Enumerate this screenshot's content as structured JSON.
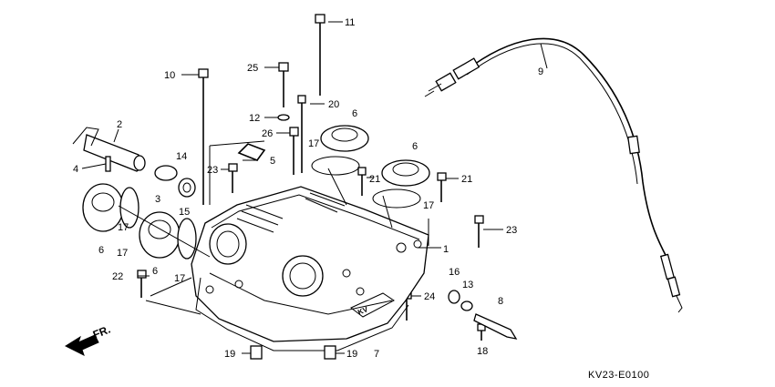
{
  "diagram": {
    "callouts": [
      "1",
      "2",
      "3",
      "4",
      "5",
      "6",
      "6",
      "6",
      "6",
      "7",
      "8",
      "9",
      "10",
      "11",
      "12",
      "13",
      "14",
      "15",
      "16",
      "17",
      "17",
      "17",
      "17",
      "17",
      "18",
      "19",
      "19",
      "20",
      "21",
      "21",
      "22",
      "23",
      "23",
      "24",
      "25",
      "26"
    ],
    "direction_label": "FR.",
    "figure_code": "KV23-E0100"
  }
}
